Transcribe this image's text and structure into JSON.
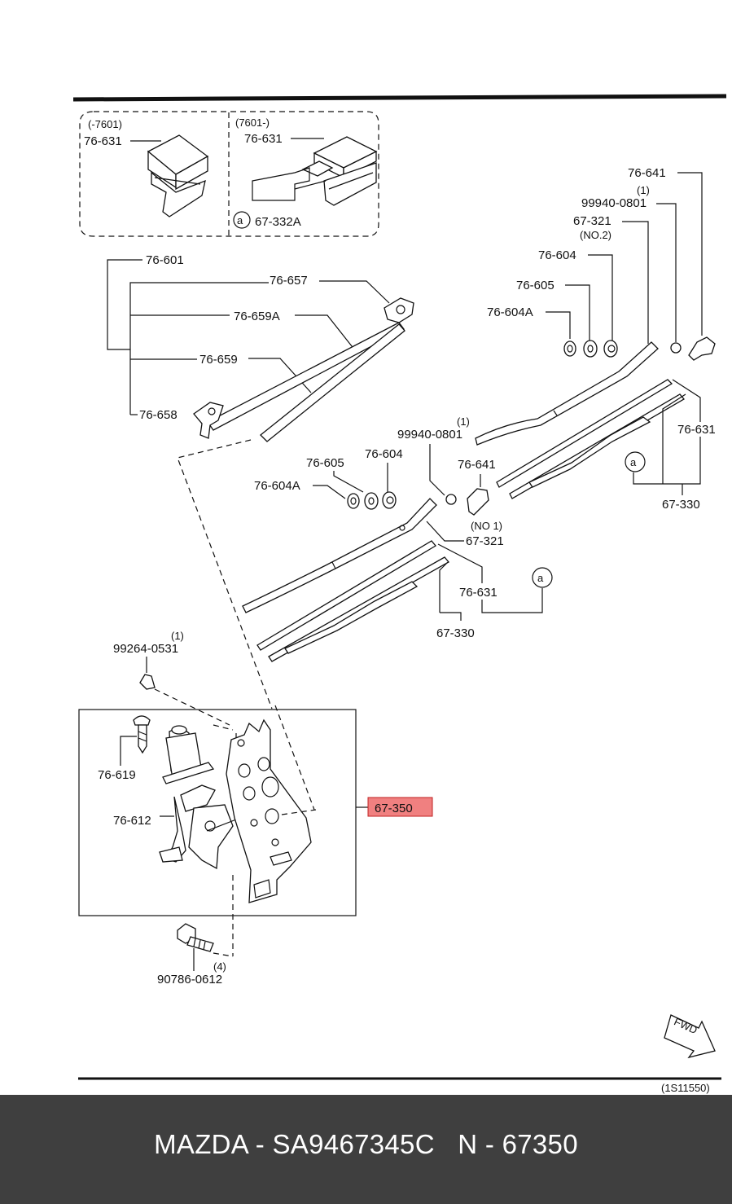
{
  "diagram": {
    "callouts": {
      "c_76631_old": "76-631",
      "c_76631_new": "76-631",
      "c_67332A": "67-332A",
      "c_76641_top": "76-641",
      "c_qty1_a": "(1)",
      "c_99940_top": "99940-0801",
      "c_67321_top": "67-321",
      "c_no2": "(NO.2)",
      "c_76604_top": "76-604",
      "c_76605_top": "76-605",
      "c_76604A_top": "76-604A",
      "c_76601": "76-601",
      "c_76657": "76-657",
      "c_76659A": "76-659A",
      "c_76659": "76-659",
      "c_76658": "76-658",
      "c_76631_right": "76-631",
      "c_67330_right": "67-330",
      "c_qty1_b": "(1)",
      "c_99940_mid": "99940-0801",
      "c_76605_mid": "76-605",
      "c_76604_mid": "76-604",
      "c_76604A_mid": "76-604A",
      "c_76641_mid": "76-641",
      "c_no1": "(NO 1)",
      "c_67321_mid": "67-321",
      "c_76631_mid": "76-631",
      "c_67330_mid": "67-330",
      "c_qty1_c": "(1)",
      "c_99264": "99264-0531",
      "c_76619": "76-619",
      "c_76612": "76-612",
      "c_67350": "67-350",
      "c_qty4": "(4)",
      "c_90786": "90786-0612"
    },
    "inset_labels": {
      "old_range": "(-7601)",
      "new_range": "(7601-)"
    },
    "symbol_a": "a",
    "fwd": "FWD",
    "figure_id": "(1S11550)",
    "highlight_color": "#f08080"
  },
  "footer": {
    "text": "MAZDA - SA9467345C   N - 67350"
  }
}
